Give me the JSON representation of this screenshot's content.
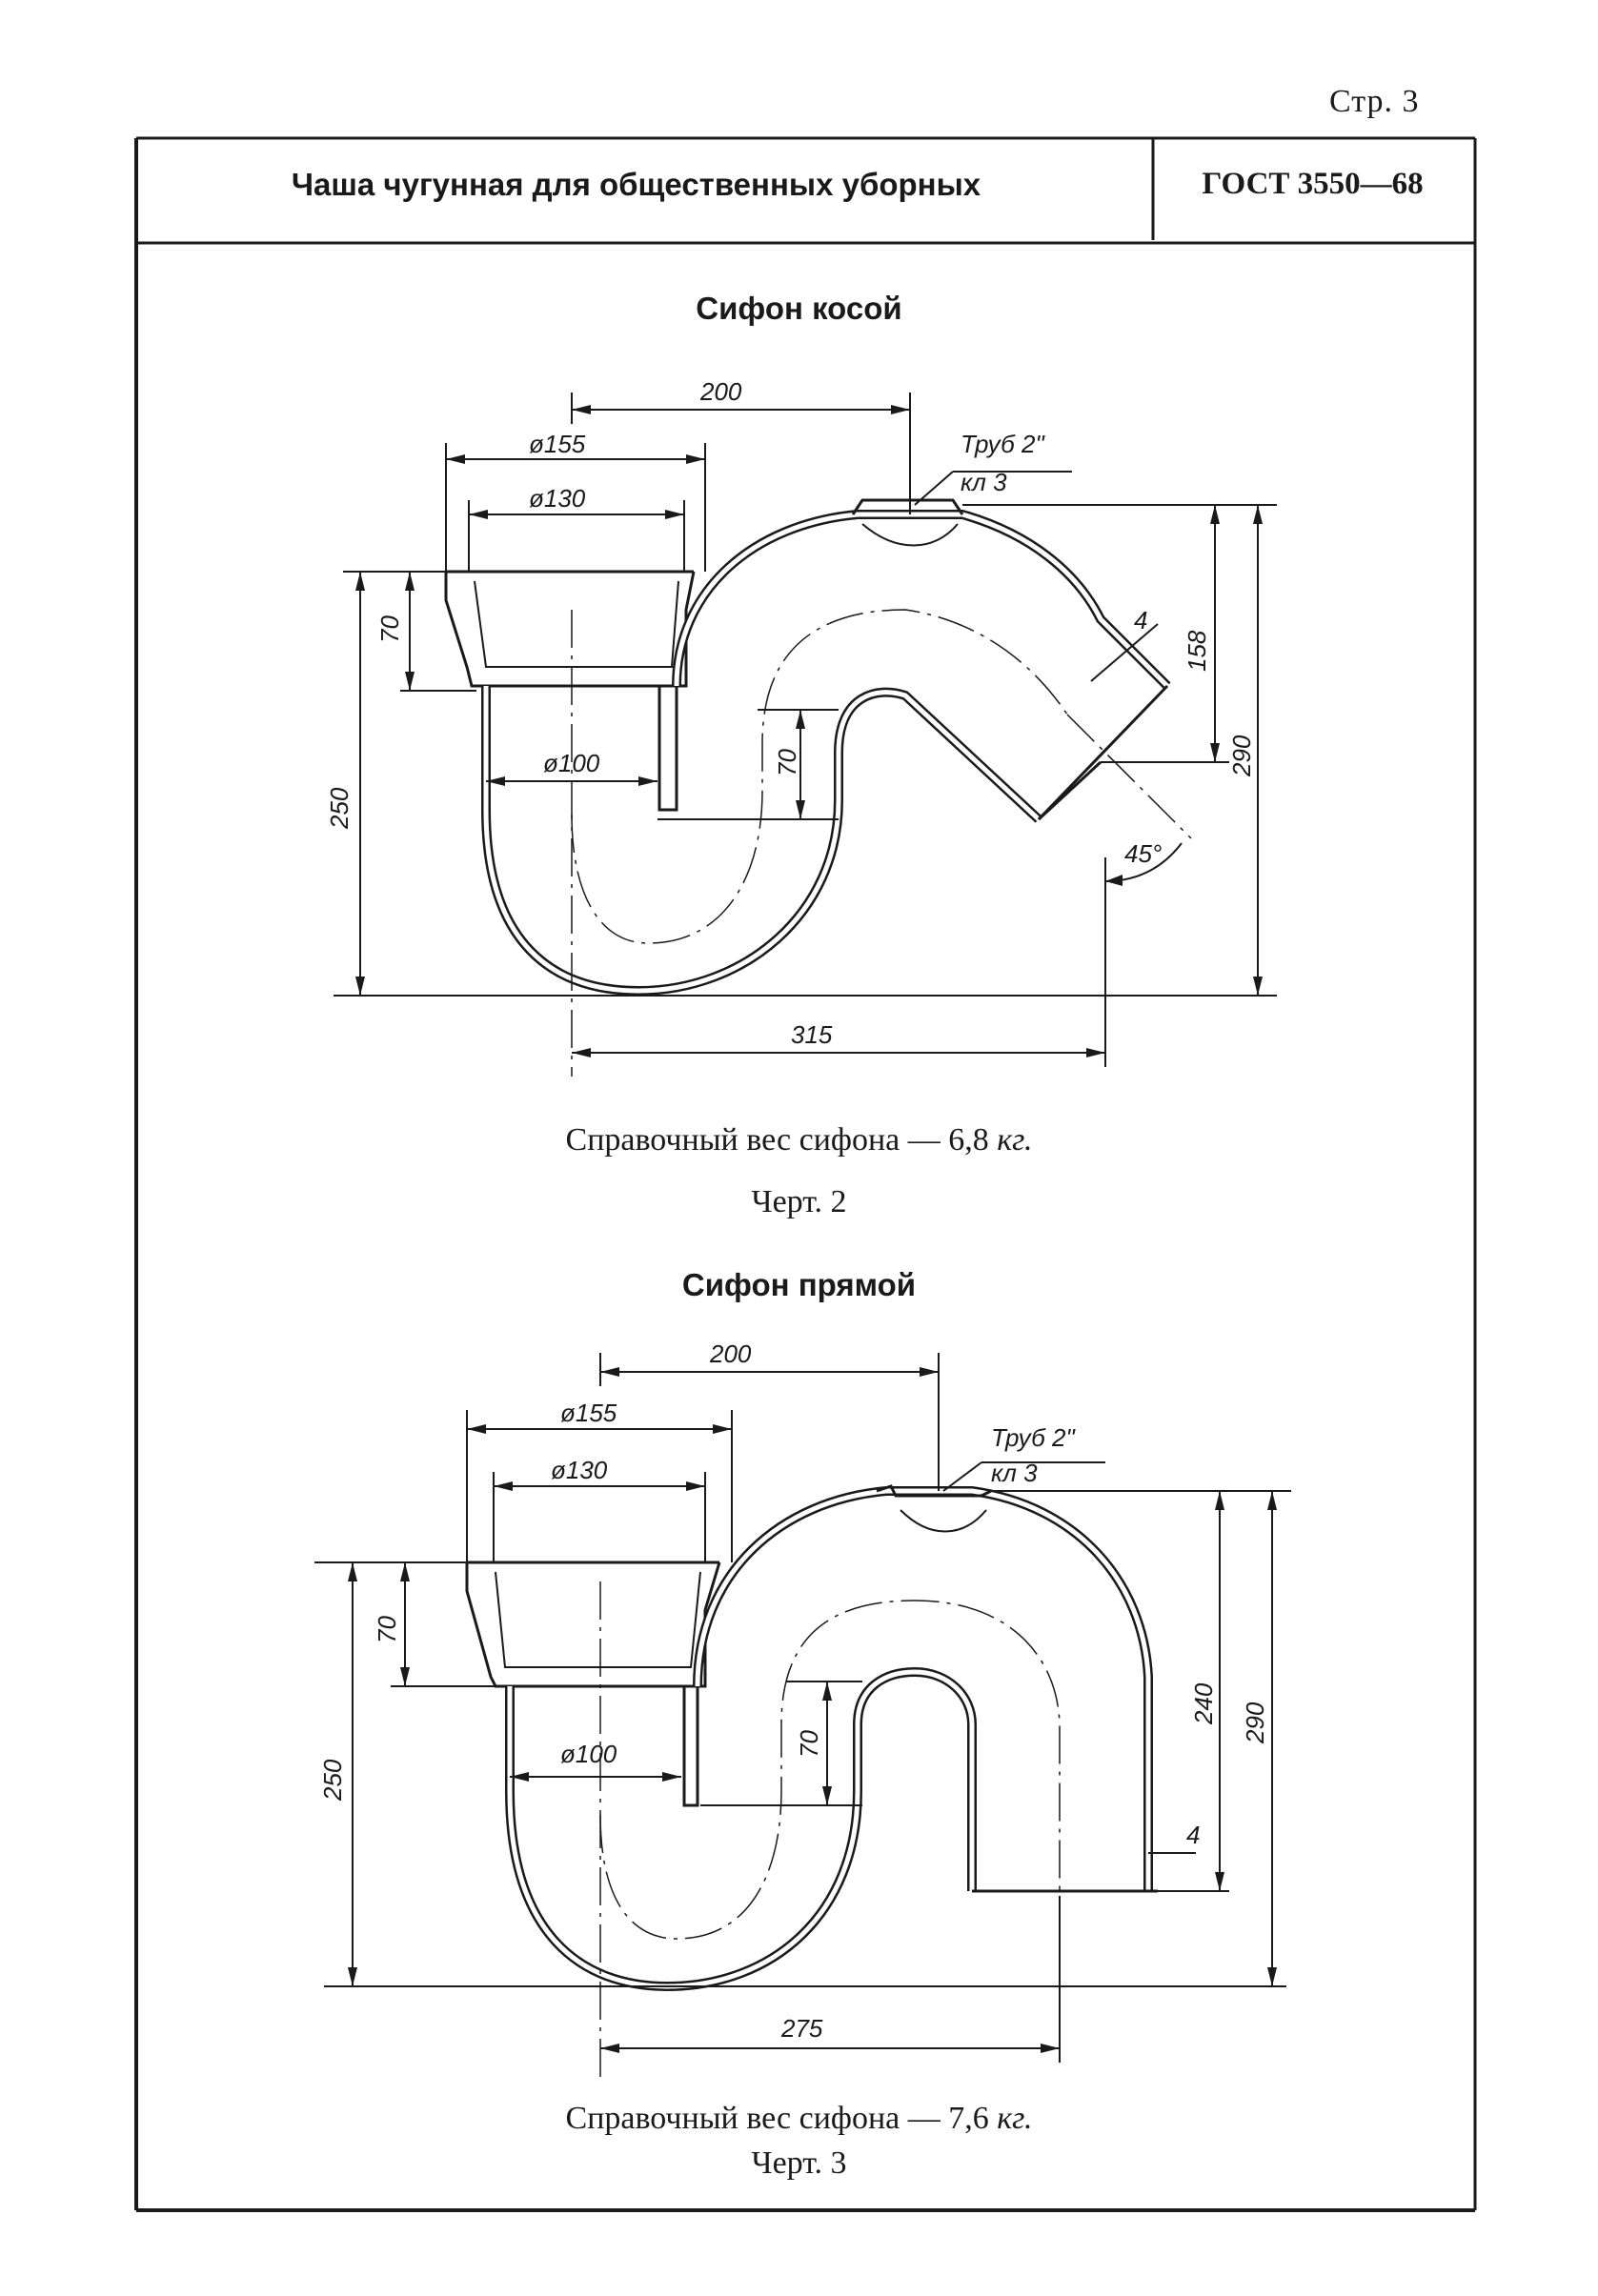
{
  "page_number": "Стр. 3",
  "header": {
    "title": "Чаша чугунная для общественных уборных",
    "standard": "ГОСТ 3550—68"
  },
  "figure2": {
    "title": "Сифон косой",
    "dims": {
      "d200": "200",
      "d155": "ø155",
      "d130": "ø130",
      "d70a": "70",
      "d250": "250",
      "d100": "ø100",
      "d70b": "70",
      "d315": "315",
      "d158": "158",
      "d290": "290",
      "d4": "4",
      "angle": "45°",
      "thread1": "Труб 2\"",
      "thread2": "кл 3"
    },
    "weight_text": "Справочный вес сифона — 6,8",
    "weight_unit": "кг.",
    "drawing_no": "Черт. 2"
  },
  "figure3": {
    "title": "Сифон прямой",
    "dims": {
      "d200": "200",
      "d155": "ø155",
      "d130": "ø130",
      "d70a": "70",
      "d250": "250",
      "d100": "ø100",
      "d70b": "70",
      "d275": "275",
      "d240": "240",
      "d290": "290",
      "d4": "4",
      "thread1": "Труб 2\"",
      "thread2": "кл 3"
    },
    "weight_text": "Справочный вес сифона — 7,6",
    "weight_unit": "кг.",
    "drawing_no": "Черт. 3"
  }
}
